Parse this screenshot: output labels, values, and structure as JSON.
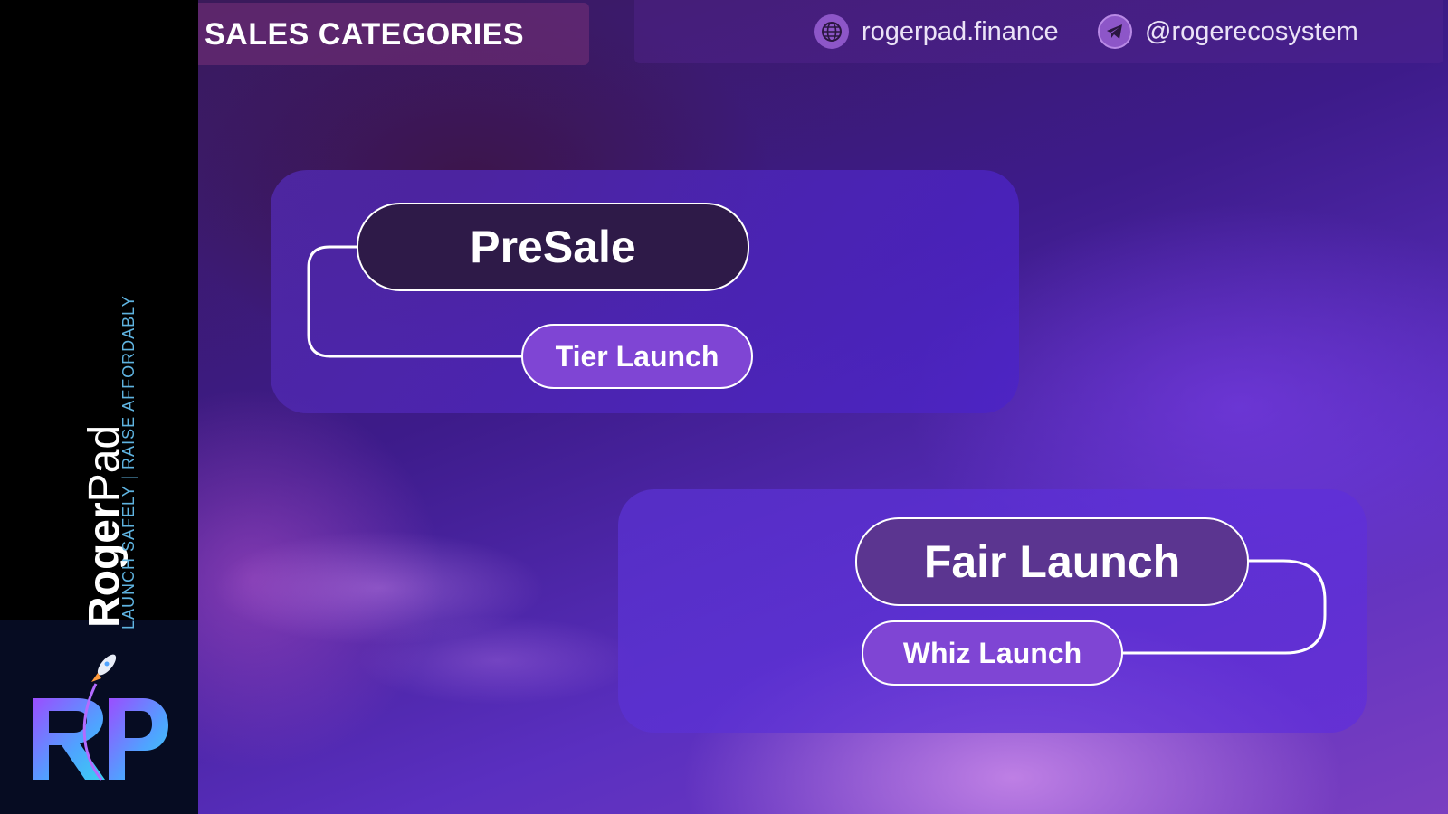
{
  "title": "SALES CATEGORIES",
  "header": {
    "website": "rogerpad.finance",
    "telegram": "@rogerecosystem"
  },
  "sidebar": {
    "brand_bold": "Roger",
    "brand_light": "Pad",
    "tagline": "LAUNCH SAFELY | RAISE AFFORDABLY"
  },
  "categories": [
    {
      "label": "PreSale",
      "sub": "Tier Launch"
    },
    {
      "label": "Fair Launch",
      "sub": "Whiz Launch"
    }
  ],
  "colors": {
    "accent_purple": "#7f45d4",
    "dark_pill": "#2e1a48",
    "fair_pill": "#5b3590",
    "tagline_blue": "#5fb3e0"
  },
  "icons": [
    "globe-icon",
    "telegram-icon",
    "rocket-icon",
    "rp-logo"
  ]
}
